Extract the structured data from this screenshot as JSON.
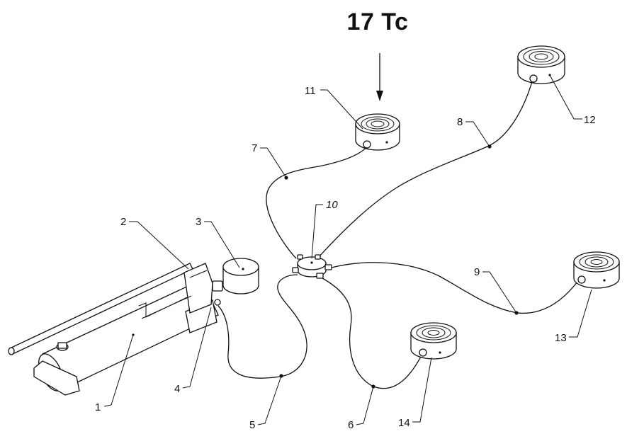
{
  "load_label": "17 Tc",
  "callouts": [
    {
      "id": "c1",
      "text": "1"
    },
    {
      "id": "c2",
      "text": "2"
    },
    {
      "id": "c3",
      "text": "3"
    },
    {
      "id": "c4",
      "text": "4"
    },
    {
      "id": "c5",
      "text": "5"
    },
    {
      "id": "c6",
      "text": "6"
    },
    {
      "id": "c7",
      "text": "7"
    },
    {
      "id": "c8",
      "text": "8"
    },
    {
      "id": "c9",
      "text": "9"
    },
    {
      "id": "c10",
      "text": "10"
    },
    {
      "id": "c11",
      "text": "11"
    },
    {
      "id": "c12",
      "text": "12"
    },
    {
      "id": "c13",
      "text": "13"
    },
    {
      "id": "c14",
      "text": "14"
    }
  ]
}
